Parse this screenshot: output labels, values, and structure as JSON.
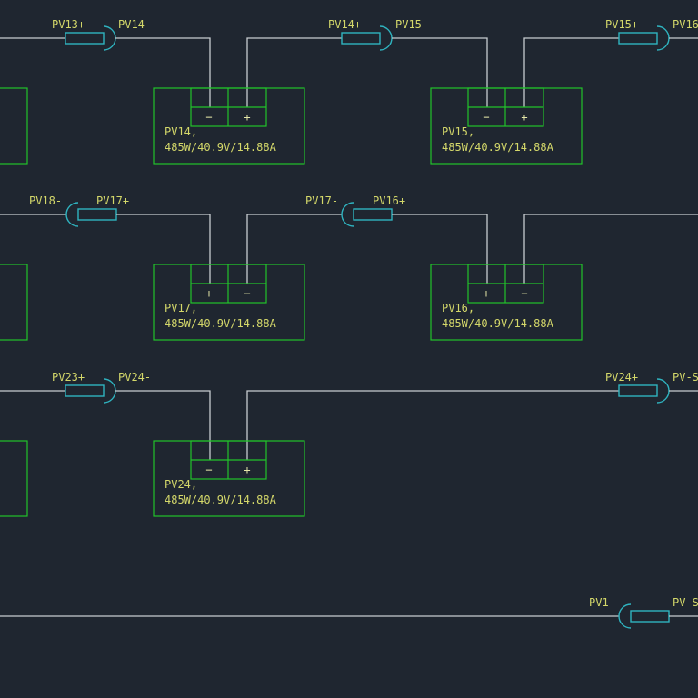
{
  "colors": {
    "background": "#1f2630",
    "wire": "#c8ccd0",
    "module": "#22c32a",
    "connector": "#2fb4c0",
    "text": "#d4d86a"
  },
  "modules": [
    {
      "name": "PV14,",
      "spec": "485W/40.9V/14.88A",
      "left_terminal": "−",
      "right_terminal": "+"
    },
    {
      "name": "PV15,",
      "spec": "485W/40.9V/14.88A",
      "left_terminal": "−",
      "right_terminal": "+"
    },
    {
      "name": "PV17,",
      "spec": "485W/40.9V/14.88A",
      "left_terminal": "+",
      "right_terminal": "−"
    },
    {
      "name": "PV16,",
      "spec": "485W/40.9V/14.88A",
      "left_terminal": "+",
      "right_terminal": "−"
    },
    {
      "name": "PV24,",
      "spec": "485W/40.9V/14.88A",
      "left_terminal": "−",
      "right_terminal": "+"
    }
  ],
  "connector_labels": {
    "r1": [
      "PV13+",
      "PV14-",
      "PV14+",
      "PV15-",
      "PV15+",
      "PV16"
    ],
    "r2": [
      "PV18-",
      "PV17+",
      "PV17-",
      "PV16+"
    ],
    "r3": [
      "PV23+",
      "PV24-",
      "PV24+",
      "PV-S"
    ],
    "r4": [
      "PV1-",
      "PV-S"
    ]
  }
}
